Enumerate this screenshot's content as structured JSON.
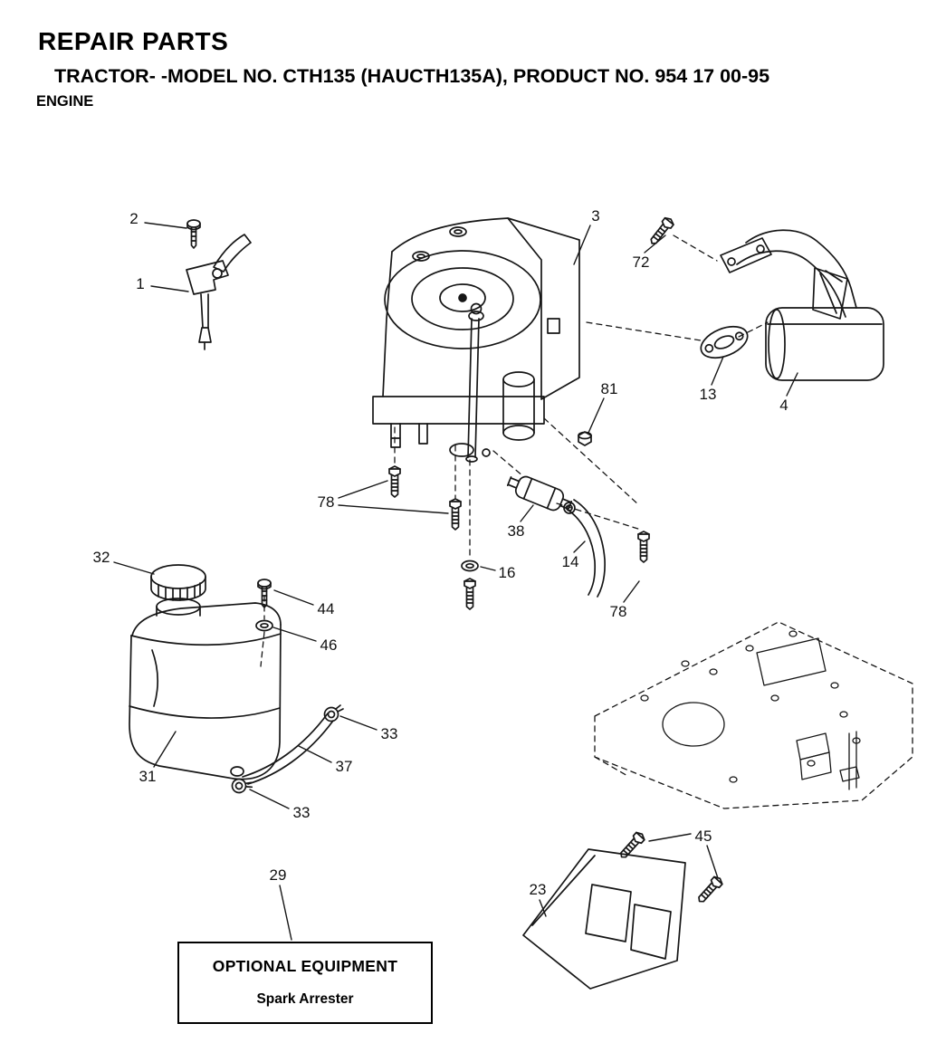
{
  "header": {
    "title": "REPAIR PARTS",
    "model_line": "TRACTOR- -MODEL NO. CTH135 (HAUCTH135A), PRODUCT NO. 954 17 00-95",
    "section": "ENGINE"
  },
  "part_labels": [
    {
      "number": "2"
    },
    {
      "number": "1"
    },
    {
      "number": "3"
    },
    {
      "number": "72"
    },
    {
      "number": "13"
    },
    {
      "number": "4"
    },
    {
      "number": "81"
    },
    {
      "number": "78"
    },
    {
      "number": "38"
    },
    {
      "number": "16"
    },
    {
      "number": "14"
    },
    {
      "number": "78"
    },
    {
      "number": "32"
    },
    {
      "number": "44"
    },
    {
      "number": "46"
    },
    {
      "number": "33"
    },
    {
      "number": "37"
    },
    {
      "number": "31"
    },
    {
      "number": "33"
    },
    {
      "number": "29"
    },
    {
      "number": "23"
    },
    {
      "number": "45"
    }
  ],
  "optional_equipment": {
    "title": "OPTIONAL EQUIPMENT",
    "subtitle": "Spark Arrester"
  },
  "colors": {
    "line": "#161616",
    "background": "#ffffff"
  }
}
